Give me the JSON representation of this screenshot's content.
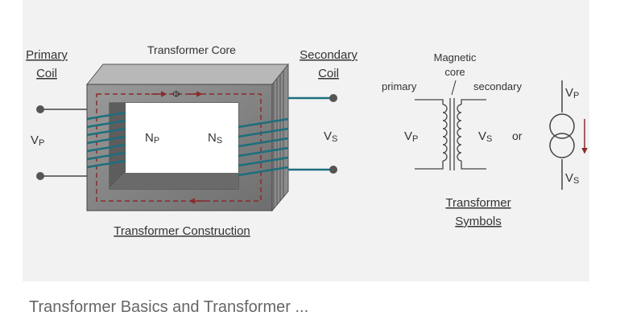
{
  "diagram": {
    "primary_coil": [
      "Primary",
      "Coil"
    ],
    "transformer_core": "Transformer Core",
    "secondary_coil": [
      "Secondary",
      "Coil"
    ],
    "phi": "Φ",
    "vp": "V",
    "vp_sub": "P",
    "np": "N",
    "np_sub": "P",
    "ns": "N",
    "ns_sub": "S",
    "vs": "V",
    "vs_sub": "S",
    "construction": "Transformer Construction",
    "magnetic_core": [
      "Magnetic",
      "core"
    ],
    "primary": "primary",
    "secondary": "secondary",
    "or": "or",
    "symbols": [
      "Transformer",
      "Symbols"
    ]
  },
  "caption": "Transformer Basics and Transformer ...",
  "colors": {
    "core_dark": "#6b6b6b",
    "core_light": "#a9a9a9",
    "winding": "#1d6e7d",
    "flux": "#8b2b2b",
    "thumb_bg": "#f2f2f2"
  }
}
